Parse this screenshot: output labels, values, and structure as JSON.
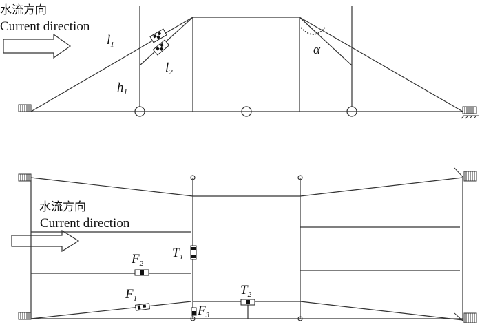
{
  "top_view": {
    "flow_label_cn": "水流方向",
    "flow_label_en": "Current direction",
    "labels": {
      "l1": {
        "sym": "l",
        "sub": "1"
      },
      "l2": {
        "sym": "l",
        "sub": "2"
      },
      "h1": {
        "sym": "h",
        "sub": "1"
      },
      "alpha": {
        "sym": "α"
      }
    }
  },
  "plan_view": {
    "flow_label_cn": "水流方向",
    "flow_label_en": "Current direction",
    "labels": {
      "T1": {
        "sym": "T",
        "sub": "1"
      },
      "T2": {
        "sym": "T",
        "sub": "2"
      },
      "F1": {
        "sym": "F",
        "sub": "1"
      },
      "F2": {
        "sym": "F",
        "sub": "2"
      },
      "F3": {
        "sym": "F",
        "sub": "3"
      }
    }
  }
}
